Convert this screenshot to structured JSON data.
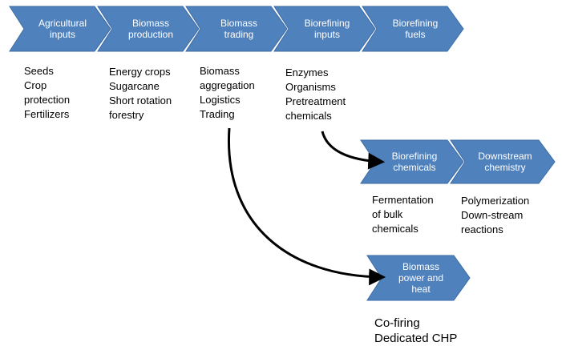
{
  "colors": {
    "chevron_fill": "#4F81BD",
    "chevron_stroke": "#3C6BA5",
    "chevron_text": "#FFFFFF",
    "arrow": "#000000"
  },
  "stages": [
    {
      "label_lines": [
        "Agricultural",
        "inputs"
      ],
      "items": [
        "Seeds",
        "Crop",
        "protection",
        "Fertilizers"
      ]
    },
    {
      "label_lines": [
        "Biomass",
        "production"
      ],
      "items": [
        "Energy crops",
        "Sugarcane",
        "Short rotation",
        "forestry"
      ]
    },
    {
      "label_lines": [
        "Biomass",
        "trading"
      ],
      "items": [
        "Biomass",
        "aggregation",
        "Logistics",
        "Trading"
      ]
    },
    {
      "label_lines": [
        "Biorefining",
        "inputs"
      ],
      "items": [
        "Enzymes",
        "Organisms",
        "Pretreatment",
        "chemicals"
      ]
    },
    {
      "label_lines": [
        "Biorefining",
        "fuels"
      ],
      "items": []
    },
    {
      "label_lines": [
        "Biorefining",
        "chemicals"
      ],
      "items": [
        "Fermentation",
        "of bulk",
        "chemicals"
      ]
    },
    {
      "label_lines": [
        "Downstream",
        "chemistry"
      ],
      "items": [
        "Polymerization",
        "Down-stream",
        "reactions"
      ]
    },
    {
      "label_lines": [
        "Biomass",
        "power and",
        "heat"
      ],
      "items": [
        "Co-firing",
        "Dedicated CHP"
      ]
    }
  ]
}
